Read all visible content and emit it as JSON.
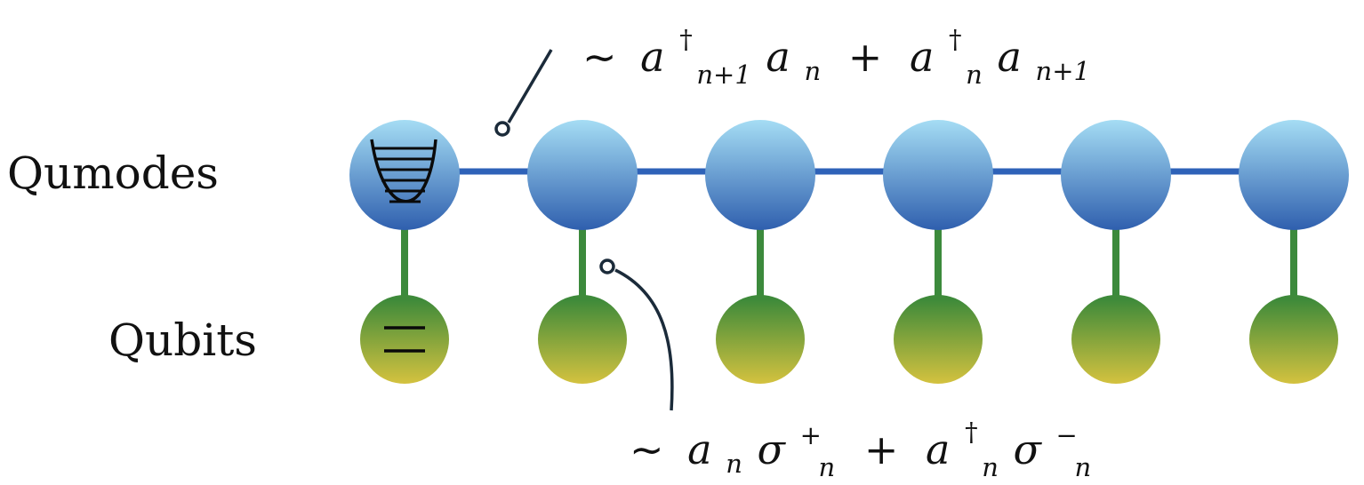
{
  "labels": {
    "qumodes": "Qumodes",
    "qubits": "Qubits"
  },
  "qumode_count": 6,
  "qubit_count": 6,
  "colors": {
    "qumode_top": "#a5ddf4",
    "qumode_bottom": "#2f5fae",
    "qumode_link": "#2e62b8",
    "qubit_top": "#3e8a3a",
    "qubit_bottom": "#d4c23f",
    "qubit_link": "#3c8a3c",
    "annotation_line": "#1b2b3a"
  },
  "annotations": {
    "hopping": {
      "tilde": "∼",
      "a1": "a",
      "a1_sup": "†",
      "a1_sub": "n+1",
      "a2": "a",
      "a2_sub": "n",
      "plus": "+",
      "a3": "a",
      "a3_sup": "†",
      "a3_sub": "n",
      "a4": "a",
      "a4_sub": "n+1"
    },
    "coupling": {
      "tilde": "∼",
      "a1": "a",
      "a1_sub": "n",
      "s1": "σ",
      "s1_sup": "+",
      "s1_sub": "n",
      "plus": "+",
      "a2": "a",
      "a2_sup": "†",
      "a2_sub": "n",
      "s2": "σ",
      "s2_sup": "−",
      "s2_sub": "n"
    }
  }
}
